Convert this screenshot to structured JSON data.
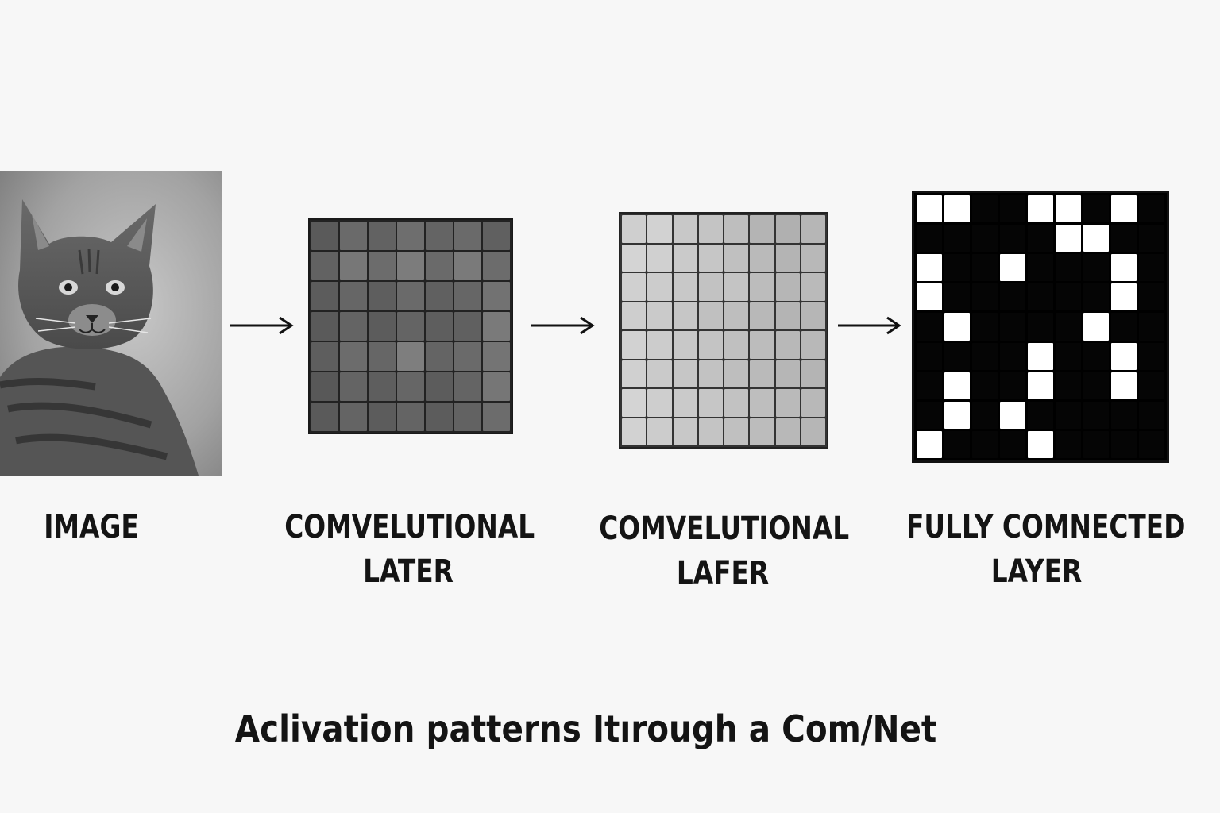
{
  "labels": {
    "image": "IMAGE",
    "conv1_line1": "COMVELUTIONAL",
    "conv1_line2": "LATER",
    "conv2_line1": "COMVELUTIONAL",
    "conv2_line2": "LAFER",
    "fc_line1": "FULLY COMNECTED",
    "fc_line2": "LAYER"
  },
  "caption": "Aclivation patterns Itırough a Com/Net",
  "icons": {
    "input_photo": "cat-photo",
    "flow_arrow": "right-arrow-icon"
  },
  "colors": {
    "background": "#f7f7f7",
    "text": "#141414"
  },
  "grids": {
    "conv1": {
      "rows": 7,
      "cols": 7,
      "shades": [
        [
          "#5a5a5a",
          "#6a6a6a",
          "#626262",
          "#6e6e6e",
          "#646464",
          "#6a6a6a",
          "#606060"
        ],
        [
          "#626262",
          "#777777",
          "#6c6c6c",
          "#7c7c7c",
          "#6a6a6a",
          "#7a7a7a",
          "#6c6c6c"
        ],
        [
          "#5c5c5c",
          "#666666",
          "#5e5e5e",
          "#6a6a6a",
          "#606060",
          "#666666",
          "#727272"
        ],
        [
          "#5a5a5a",
          "#646464",
          "#5c5c5c",
          "#646464",
          "#5e5e5e",
          "#606060",
          "#7a7a7a"
        ],
        [
          "#5e5e5e",
          "#6c6c6c",
          "#666666",
          "#7e7e7e",
          "#646464",
          "#6a6a6a",
          "#747474"
        ],
        [
          "#585858",
          "#646464",
          "#5e5e5e",
          "#666666",
          "#5c5c5c",
          "#646464",
          "#767676"
        ],
        [
          "#5a5a5a",
          "#646464",
          "#5c5c5c",
          "#646464",
          "#5c5c5c",
          "#626262",
          "#6c6c6c"
        ]
      ]
    },
    "conv2": {
      "rows": 8,
      "cols": 8,
      "shades": [
        [
          "#cfcfcf",
          "#d2d2d2",
          "#c8c8c8",
          "#c4c4c4",
          "#bebebe",
          "#b4b4b4",
          "#b0b0b0",
          "#b6b6b6"
        ],
        [
          "#d4d4d4",
          "#d0d0d0",
          "#cacaca",
          "#c6c6c6",
          "#c0c0c0",
          "#bababa",
          "#b4b4b4",
          "#b8b8b8"
        ],
        [
          "#d0d0d0",
          "#cccccc",
          "#c8c8c8",
          "#c2c2c2",
          "#c4c4c4",
          "#bcbcbc",
          "#b6b6b6",
          "#bababa"
        ],
        [
          "#cecece",
          "#cacaca",
          "#c6c6c6",
          "#c0c0c0",
          "#bebebe",
          "#b8b8b8",
          "#b4b4b4",
          "#b6b6b6"
        ],
        [
          "#d2d2d2",
          "#cccccc",
          "#c8c8c8",
          "#c4c4c4",
          "#c0c0c0",
          "#bcbcbc",
          "#b8b8b8",
          "#b8b8b8"
        ],
        [
          "#d0d0d0",
          "#cacaca",
          "#c6c6c6",
          "#c2c2c2",
          "#bebebe",
          "#bababa",
          "#b6b6b6",
          "#b4b4b4"
        ],
        [
          "#d4d4d4",
          "#cecece",
          "#cacaca",
          "#c6c6c6",
          "#c2c2c2",
          "#bebebe",
          "#bababa",
          "#b8b8b8"
        ],
        [
          "#d2d2d2",
          "#cccccc",
          "#c8c8c8",
          "#c4c4c4",
          "#c0c0c0",
          "#bcbcbc",
          "#b8b8b8",
          "#b6b6b6"
        ]
      ]
    },
    "fc": {
      "rows": 9,
      "cols": 9,
      "on": [
        [
          1,
          1,
          0,
          0,
          1,
          1,
          0,
          1,
          0
        ],
        [
          0,
          0,
          0,
          0,
          0,
          1,
          1,
          0,
          0
        ],
        [
          1,
          0,
          0,
          1,
          0,
          0,
          0,
          1,
          0
        ],
        [
          1,
          0,
          0,
          0,
          0,
          0,
          0,
          1,
          0
        ],
        [
          0,
          1,
          0,
          0,
          0,
          0,
          1,
          0,
          0
        ],
        [
          0,
          0,
          0,
          0,
          1,
          0,
          0,
          1,
          0
        ],
        [
          0,
          1,
          0,
          0,
          1,
          0,
          0,
          1,
          0
        ],
        [
          0,
          1,
          0,
          1,
          0,
          0,
          0,
          0,
          0
        ],
        [
          1,
          0,
          0,
          0,
          1,
          0,
          0,
          0,
          0
        ]
      ]
    }
  }
}
